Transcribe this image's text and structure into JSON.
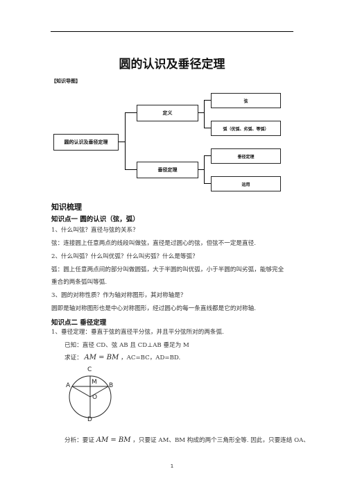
{
  "title": "圆的认识及垂径定理",
  "mindmap": {
    "header": "【知识导图】",
    "root": "圆的认识及垂径定理",
    "branch_definition": "定义",
    "branch_theorem": "垂径定理",
    "leaf_chord": "弦",
    "leaf_arc": "弧（优弧、劣弧、等弧）",
    "leaf_theorem": "垂径定理",
    "leaf_application": "运用"
  },
  "section": {
    "heading": "知识梳理",
    "point1_heading": "知识点一  圆的认识（弦，弧）",
    "q1": "1、什么叫弦？直径与弦的关系？",
    "a1": "弦：连接圆上任意两点的线段叫做弦，直径是过圆心的弦，但弦不一定是直径.",
    "q2": "2、什么叫弧？什么叫优弧？什么叫劣弧？什么是等弧？",
    "a2_line1": "弧：圆上任意两点间的部分叫做圆弧，大于半圆的叫优弧，小于半圆的叫劣弧，能够完全",
    "a2_line2": "重合的两条弧叫等弧.",
    "q3": "3、圆的对称性质？作为轴对称图形，其对称轴是？",
    "a3": "圆即是轴对称图形也是中心对称图形，经过圆心的每一条直线都是它的对称轴.",
    "point2_heading": "知识点二  垂径定理",
    "theorem": "1、垂径定理：垂直于弦的直径平分弦，并且平分弦所对的两条弧.",
    "given": "已知：直径 CD、弦 AB 且 CD⊥AB 垂足为 M",
    "prove_label": "求证：",
    "prove_math": "AM = BM",
    "prove_rest": "，AC=BC，AD=BD.",
    "analysis_label": "分析：要证",
    "analysis_math": "AM = BM",
    "analysis_rest": "，只要证 AM、BM 构成的两个三角形全等. 因此，只要连结 OA、"
  },
  "figure": {
    "label_c": "C",
    "label_a": "A",
    "label_m": "M",
    "label_b": "B",
    "label_o": "O",
    "label_d": "D"
  },
  "footer": {
    "page_number": "1"
  }
}
